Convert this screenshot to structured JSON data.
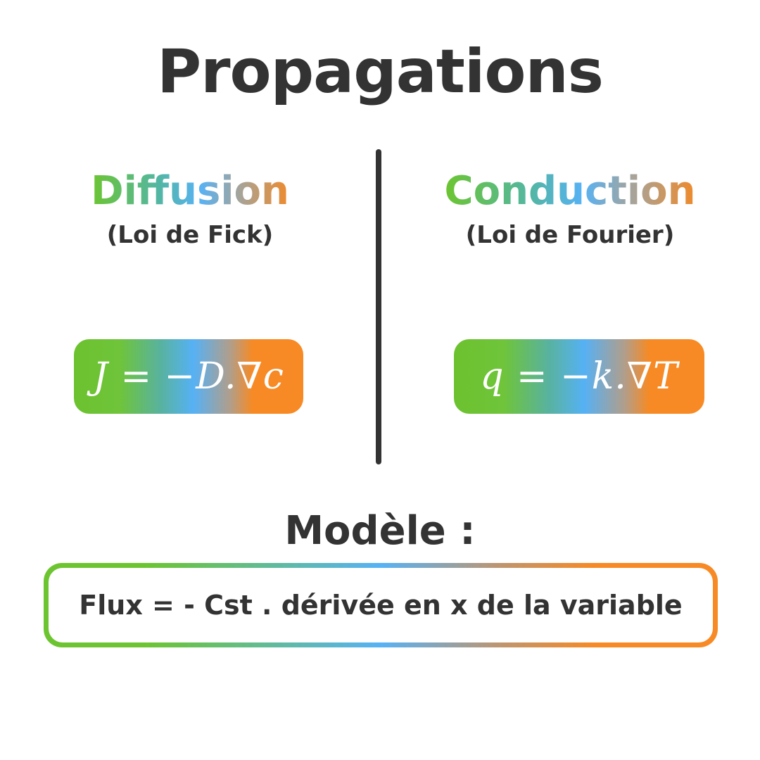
{
  "title": "Propagations",
  "left": {
    "heading": "Diffusion",
    "subheading": "(Loi de Fick)",
    "formula": "J = −D.∇c"
  },
  "right": {
    "heading": "Conduction",
    "subheading": "(Loi de Fourier)",
    "formula": "q = −k.∇T"
  },
  "model": {
    "heading": "Modèle :",
    "statement": "Flux = - Cst . dérivée en x de la variable"
  },
  "colors": {
    "text": "#333333",
    "gradient_green": "#6cc530",
    "gradient_blue": "#57b2f5",
    "gradient_orange": "#f78a24"
  }
}
